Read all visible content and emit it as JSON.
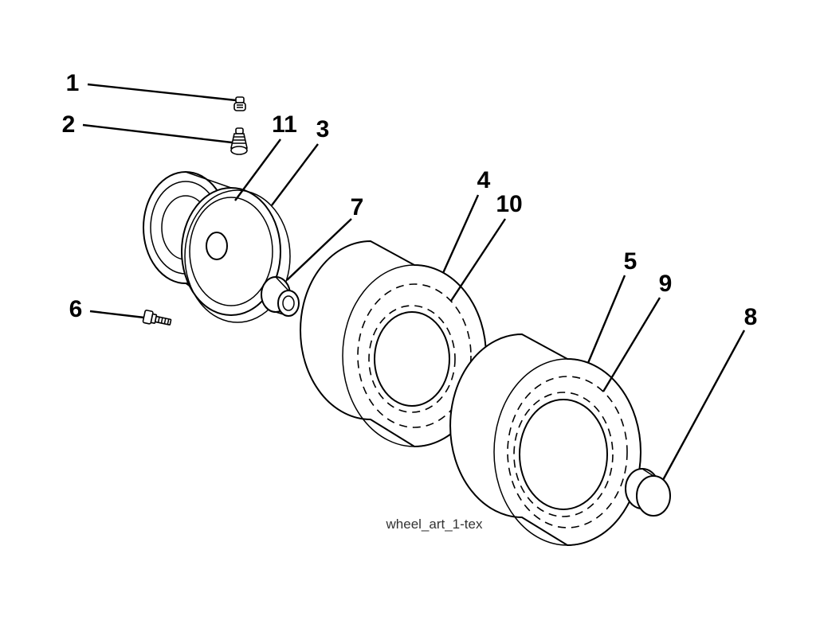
{
  "diagram": {
    "label": "wheel_art_1-tex",
    "colors": {
      "background": "#ffffff",
      "line": "#000000"
    },
    "callouts": [
      {
        "label": "1"
      },
      {
        "label": "2"
      },
      {
        "label": "3"
      },
      {
        "label": "4"
      },
      {
        "label": "5"
      },
      {
        "label": "6"
      },
      {
        "label": "7"
      },
      {
        "label": "8"
      },
      {
        "label": "9"
      },
      {
        "label": "10"
      },
      {
        "label": "11"
      }
    ]
  }
}
